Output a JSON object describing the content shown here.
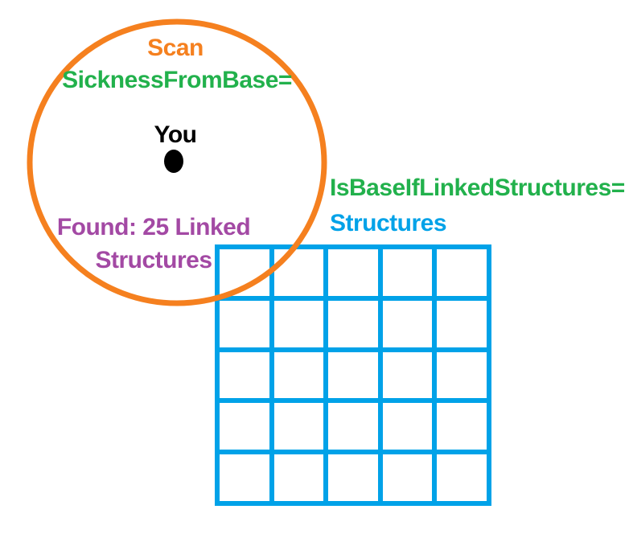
{
  "diagram_title": "Scan radius and linked structures diagram",
  "colors": {
    "scan_circle_stroke": "#F5801F",
    "config_text_green": "#22B14C",
    "found_text_purple": "#A349A4",
    "structures_blue": "#00A2E8",
    "player_black": "#000000",
    "background": "#ffffff"
  },
  "scan_circle": {
    "scan_label": "Scan",
    "sickness_config_label": "SicknessFromBase=",
    "player_label": "You",
    "found_line1": "Found: 25 Linked",
    "found_line2": "Structures"
  },
  "base_annotation": {
    "isbase_config_label": "IsBaseIfLinkedStructures=",
    "structures_label": "Structures"
  },
  "grid": {
    "rows": 5,
    "cols": 5,
    "cell_count": 25
  }
}
